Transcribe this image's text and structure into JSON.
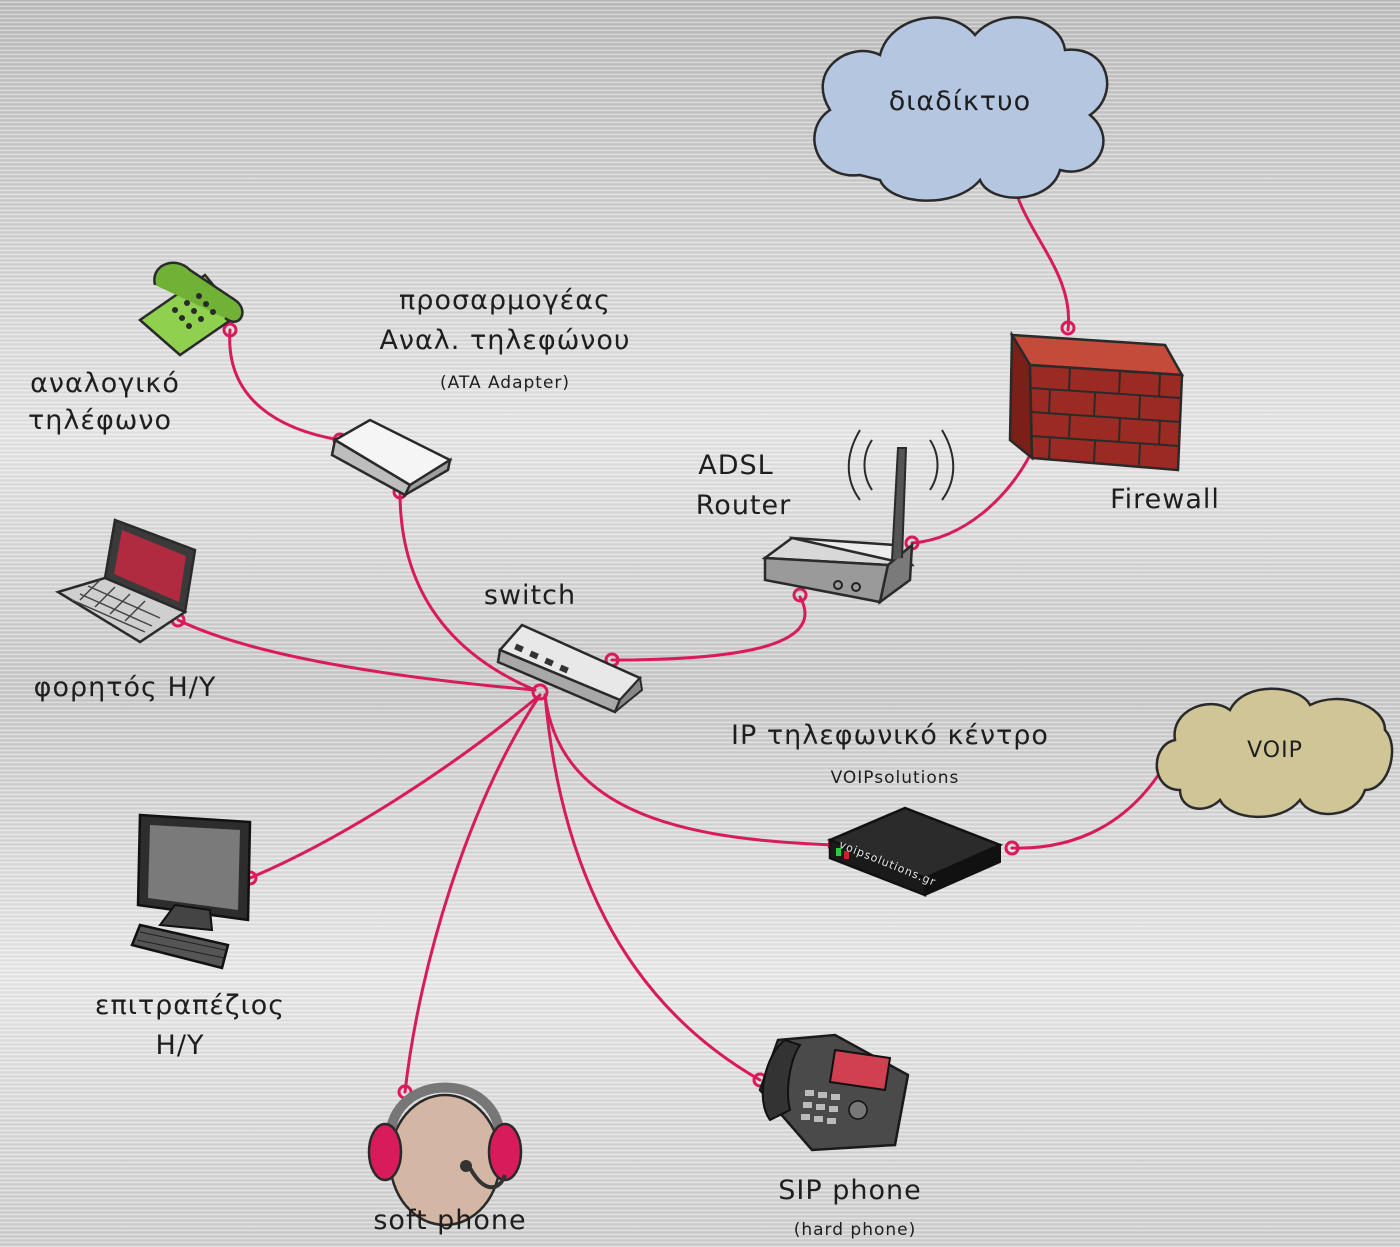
{
  "colors": {
    "cable": "#d81b5a",
    "internet_cloud": "#b4c6e0",
    "voip_cloud": "#cfc596",
    "firewall_brick": "#9b2a22"
  },
  "labels": {
    "internet": "διαδίκτυο",
    "voip": "VOIP",
    "firewall": "Firewall",
    "router_line1": "ADSL",
    "router_line2": "Router",
    "ata_line1": "προσαρμογέας",
    "ata_line2": "Αναλ. τηλεφώνου",
    "ata_line3": "(ATA Adapter)",
    "analog_line1": "αναλογικό",
    "analog_line2": "τηλέφωνο",
    "laptop": "φορητός Η/Υ",
    "switch": "switch",
    "pbx_line1": "IP τηλεφωνικό κέντρο",
    "pbx_line2": "VOIPsolutions",
    "pbx_brand": "voipsolutions.gr",
    "desktop_line1": "επιτραπέζιος",
    "desktop_line2": "Η/Υ",
    "softphone": "soft phone",
    "sipphone_line1": "SIP phone",
    "sipphone_line2": "(hard phone)"
  },
  "icons": [
    "cloud-icon",
    "firewall-icon",
    "router-icon",
    "ata-adapter-icon",
    "analog-phone-icon",
    "laptop-icon",
    "switch-icon",
    "pbx-icon",
    "desktop-icon",
    "headset-icon",
    "sip-phone-icon"
  ]
}
